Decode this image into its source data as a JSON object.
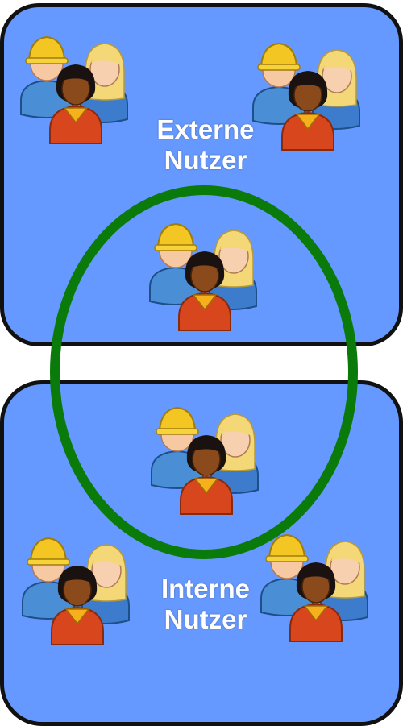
{
  "groups": {
    "external": {
      "label_line1": "Externe",
      "label_line2": "Nutzer"
    },
    "internal": {
      "label_line1": "Interne",
      "label_line2": "Nutzer"
    }
  },
  "colors": {
    "panel_fill": "#6699ff",
    "panel_border": "#111111",
    "overlap_ellipse": "#0a7a0a",
    "label_text": "#ffffff"
  },
  "icons": [
    "users-group-icon"
  ]
}
